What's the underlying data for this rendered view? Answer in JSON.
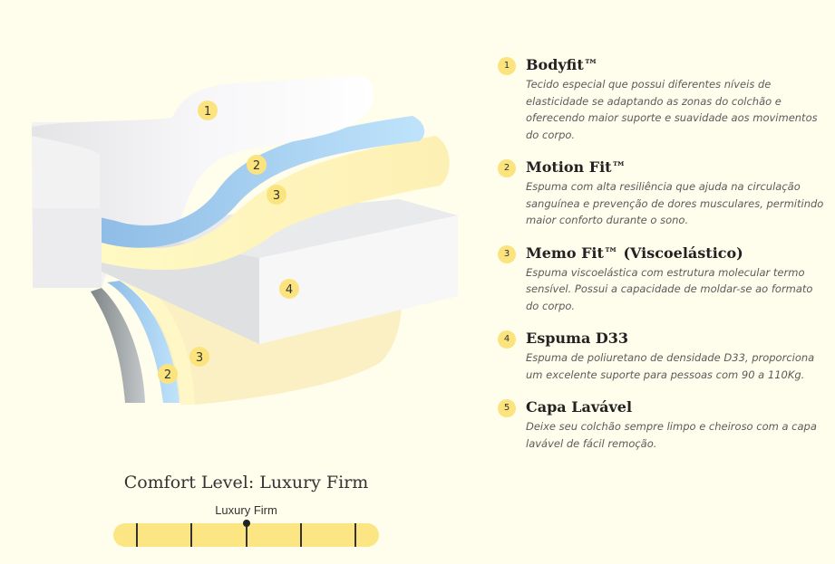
{
  "diagram": {
    "markers": [
      "1",
      "2",
      "3",
      "4",
      "3",
      "2"
    ]
  },
  "legend": [
    {
      "num": "1",
      "title": "Bodyfit™",
      "desc": "Tecido especial que possui diferentes níveis de elasticidade se adaptando as zonas do colchão e oferecendo maior suporte e suavidade aos movimentos do corpo."
    },
    {
      "num": "2",
      "title": "Motion Fit™",
      "desc": "Espuma com alta resiliência que ajuda na circulação sanguínea e prevenção de dores musculares, permitindo maior conforto durante o sono."
    },
    {
      "num": "3",
      "title": "Memo Fit™ (Viscoelástico)",
      "desc": "Espuma viscoelástica com estrutura molecular termo sensível. Possui a capacidade de moldar-se ao formato do corpo."
    },
    {
      "num": "4",
      "title": "Espuma D33",
      "desc": "Espuma de poliuretano de densidade D33, proporciona um excelente suporte para pessoas com 90 a 110Kg."
    },
    {
      "num": "5",
      "title": "Capa Lavável",
      "desc": "Deixe seu colchão sempre limpo e cheiroso com a capa lavável de fácil remoção."
    }
  ],
  "comfort": {
    "title": "Comfort Level: Luxury Firm",
    "label": "Luxury Firm",
    "ticks": 5,
    "level": 0.5
  },
  "colors": {
    "background": "#fffdeb",
    "badge": "#fbe37e",
    "bar": "#fbe683"
  }
}
